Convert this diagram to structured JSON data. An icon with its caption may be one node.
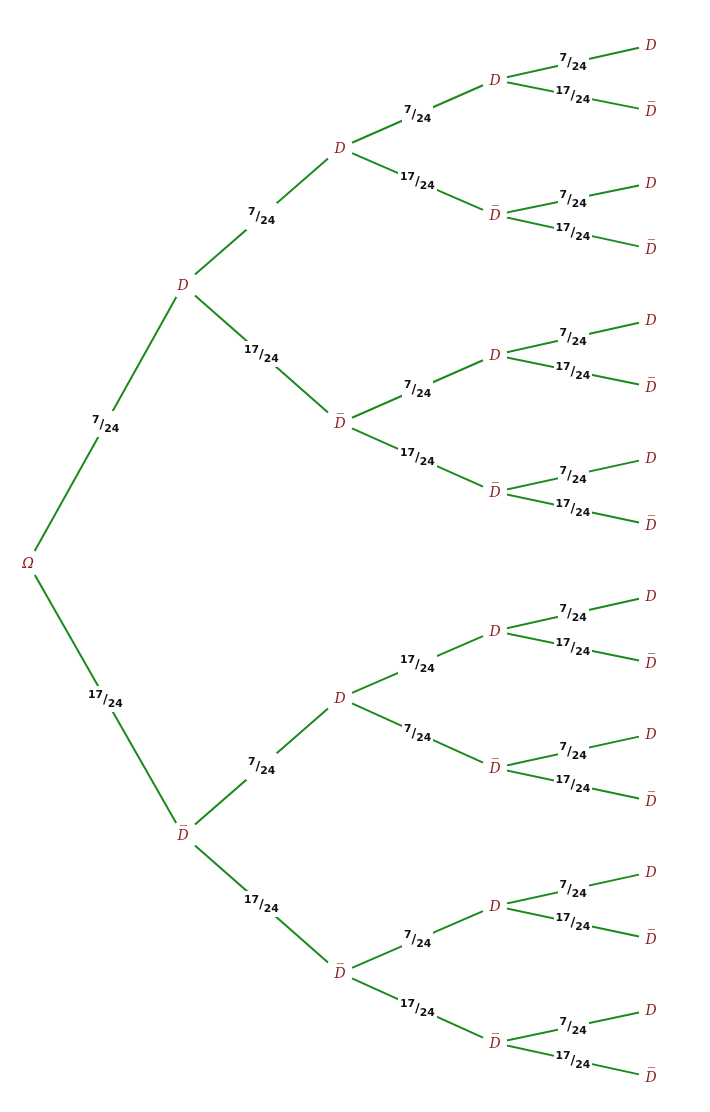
{
  "diagram": {
    "nodes": [
      {
        "text": [
          "Ω"
        ]
      },
      {
        "text": [
          "D"
        ]
      },
      {
        "text": [
          "D̅"
        ]
      },
      {
        "text": [
          "D"
        ]
      },
      {
        "text": [
          "D̅"
        ]
      },
      {
        "text": [
          "D"
        ]
      },
      {
        "text": [
          "D̅"
        ]
      },
      {
        "text": [
          "D"
        ]
      },
      {
        "text": [
          "D̅"
        ]
      },
      {
        "text": [
          "D"
        ]
      },
      {
        "text": [
          "D̅"
        ]
      },
      {
        "text": [
          "D"
        ]
      },
      {
        "text": [
          "D̅"
        ]
      },
      {
        "text": [
          "D"
        ]
      },
      {
        "text": [
          "D̅"
        ]
      },
      {
        "text": [
          "D"
        ]
      },
      {
        "text": [
          "D̅"
        ]
      },
      {
        "text": [
          "D"
        ]
      },
      {
        "text": [
          "D̅"
        ]
      },
      {
        "text": [
          "D"
        ]
      },
      {
        "text": [
          "D̅"
        ]
      },
      {
        "text": [
          "D"
        ]
      },
      {
        "text": [
          "D̅"
        ]
      },
      {
        "text": [
          "D"
        ]
      },
      {
        "text": [
          "D̅"
        ]
      },
      {
        "text": [
          "D"
        ]
      },
      {
        "text": [
          "D̅"
        ]
      },
      {
        "text": [
          "D"
        ]
      },
      {
        "text": [
          "D̅"
        ]
      },
      {
        "text": [
          "D"
        ]
      },
      {
        "text": [
          "D̅"
        ]
      }
    ],
    "edges": [
      {
        "from": 0,
        "to": 1,
        "arrow": "none",
        "label": "$^{7}$/$_{24}$"
      },
      {
        "from": 0,
        "to": 2,
        "arrow": "none",
        "label": "$^{17}$/$_{24}$"
      },
      {
        "from": 1,
        "to": 3,
        "arrow": "none",
        "label": "$^{7}$/$_{24}$"
      },
      {
        "from": 1,
        "to": 4,
        "arrow": "none",
        "label": "$^{17}$/$_{24}$"
      },
      {
        "from": 2,
        "to": 5,
        "arrow": "none",
        "label": "$^{7}$/$_{24}$"
      },
      {
        "from": 2,
        "to": 6,
        "arrow": "none",
        "label": "$^{17}$/$_{24}$"
      },
      {
        "from": 3,
        "to": 7,
        "arrow": "none",
        "label": "$^{7}$/$_{24}$"
      },
      {
        "from": 3,
        "to": 8,
        "arrow": "none",
        "label": "$^{17}$/$_{24}$"
      },
      {
        "from": 4,
        "to": 9,
        "arrow": "none",
        "label": "$^{7}$/$_{24}$"
      },
      {
        "from": 4,
        "to": 10,
        "arrow": "none",
        "label": "$^{17}$/$_{24}$"
      },
      {
        "from": 5,
        "to": 11,
        "arrow": "none",
        "label": "$^{17}$/$_{24}$"
      },
      {
        "from": 5,
        "to": 12,
        "arrow": "none",
        "label": "$^{7}$/$_{24}$"
      },
      {
        "from": 6,
        "to": 13,
        "arrow": "none",
        "label": "$^{7}$/$_{24}$"
      },
      {
        "from": 6,
        "to": 14,
        "arrow": "none",
        "label": "$^{17}$/$_{24}$"
      },
      {
        "from": 7,
        "to": 15,
        "arrow": "none",
        "label": "$^{7}$/$_{24}$"
      },
      {
        "from": 7,
        "to": 16,
        "arrow": "none",
        "label": "$^{17}$/$_{24}$"
      },
      {
        "from": 8,
        "to": 17,
        "arrow": "none",
        "label": "$^{7}$/$_{24}$"
      },
      {
        "from": 8,
        "to": 18,
        "arrow": "none",
        "label": "$^{17}$/$_{24}$"
      },
      {
        "from": 9,
        "to": 19,
        "arrow": "none",
        "label": "$^{7}$/$_{24}$"
      },
      {
        "from": 9,
        "to": 20,
        "arrow": "none",
        "label": "$^{17}$/$_{24}$"
      },
      {
        "from": 10,
        "to": 21,
        "arrow": "none",
        "label": "$^{7}$/$_{24}$"
      },
      {
        "from": 10,
        "to": 22,
        "arrow": "none",
        "label": "$^{17}$/$_{24}$"
      },
      {
        "from": 11,
        "to": 23,
        "arrow": "none",
        "label": "$^{7}$/$_{24}$"
      },
      {
        "from": 11,
        "to": 24,
        "arrow": "none",
        "label": "$^{17}$/$_{24}$"
      },
      {
        "from": 12,
        "to": 25,
        "arrow": "none",
        "label": "$^{7}$/$_{24}$"
      },
      {
        "from": 12,
        "to": 26,
        "arrow": "none",
        "label": "$^{17}$/$_{24}$"
      },
      {
        "from": 13,
        "to": 27,
        "arrow": "none",
        "label": "$^{7}$/$_{24}$"
      },
      {
        "from": 13,
        "to": 28,
        "arrow": "none",
        "label": "$^{17}$/$_{24}$"
      },
      {
        "from": 14,
        "to": 29,
        "arrow": "none",
        "label": "$^{7}$/$_{24}$"
      },
      {
        "from": 14,
        "to": 30,
        "arrow": "none",
        "label": "$^{17}$/$_{24}$"
      }
    ]
  }
}
